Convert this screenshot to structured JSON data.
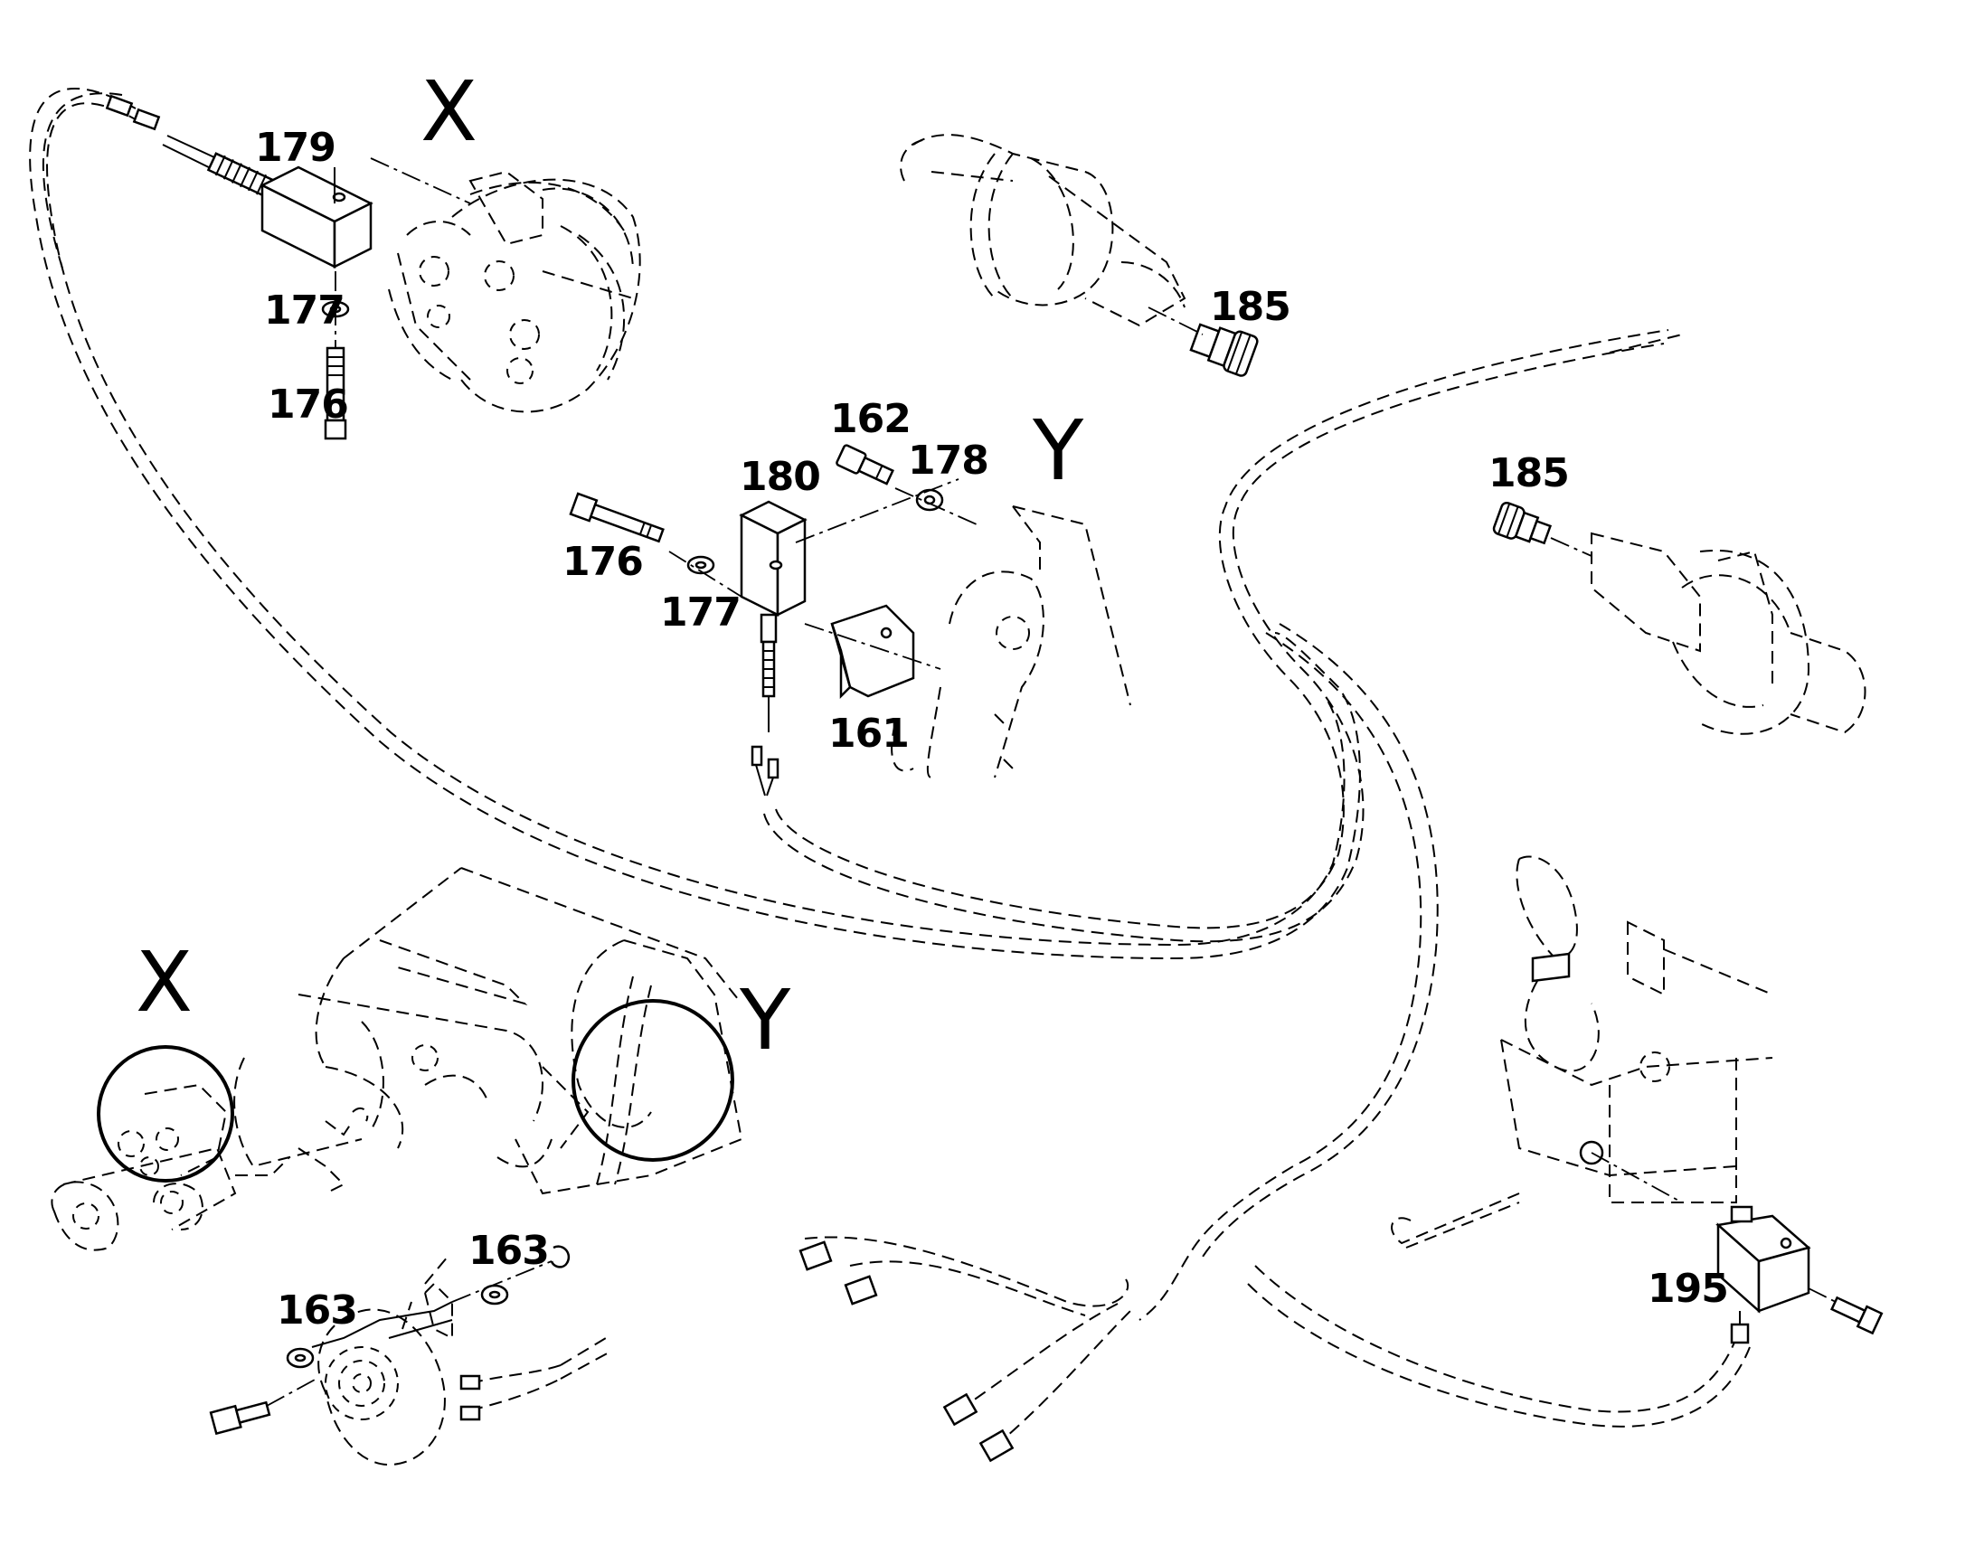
{
  "callouts": {
    "p179": "179",
    "p177a": "177",
    "p176a": "176",
    "p185a": "185",
    "p162": "162",
    "p178": "178",
    "p180": "180",
    "p176b": "176",
    "p177b": "177",
    "p161": "161",
    "p185b": "185",
    "p163a": "163",
    "p163b": "163",
    "p195": "195"
  },
  "detail_markers": {
    "x_top": "X",
    "y_top": "Y",
    "x_bottom": "X",
    "y_bottom": "Y"
  }
}
